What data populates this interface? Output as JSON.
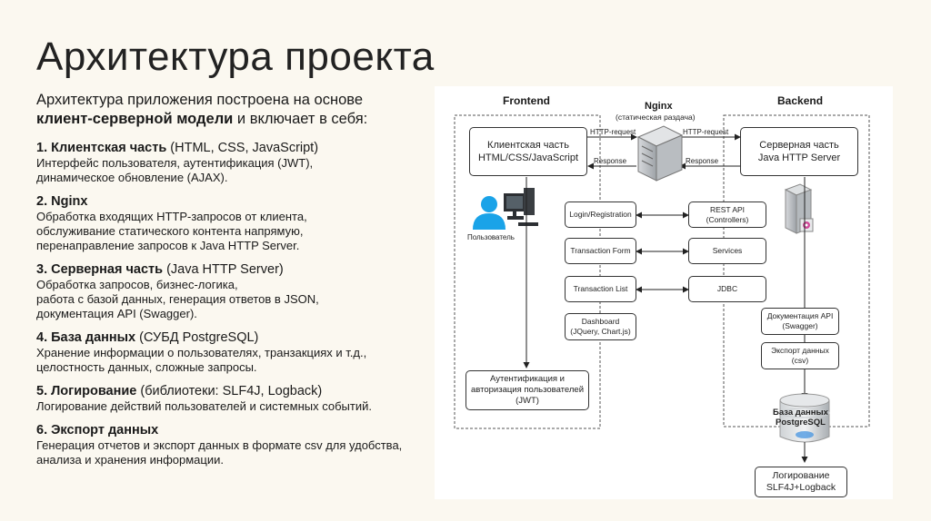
{
  "title": "Архитектура проекта",
  "intro": {
    "line1": "Архитектура приложения построена на основе",
    "bold": "клиент-серверной модели",
    "line2_rest": " и включает в себя:"
  },
  "sections": [
    {
      "bold": "1. Клиентская часть",
      "rest": " (HTML, CSS, JavaScript)",
      "body": "Интерфейс пользователя, аутентификация (JWT),\nдинамическое обновление (AJAX)."
    },
    {
      "bold": "2. Nginx",
      "rest": "",
      "body": "Обработка входящих HTTP-запросов от клиента,\nобслуживание статического контента напрямую,\nперенаправление запросов к Java HTTP Server."
    },
    {
      "bold": "3. Серверная часть",
      "rest": " (Java HTTP Server)",
      "body": "Обработка запросов, бизнес-логика,\nработа с базой данных, генерация ответов в JSON,\nдокументация API (Swagger)."
    },
    {
      "bold": "4. База данных",
      "rest": " (СУБД PostgreSQL)",
      "body": "Хранение информации о пользователях, транзакциях и т.д.,\nцелостность данных, сложные запросы."
    },
    {
      "bold": "5. Логирование",
      "rest": " (библиотеки: SLF4J, Logback)",
      "body": "Логирование действий пользователей и системных событий."
    },
    {
      "bold": "6. Экспорт данных",
      "rest": "",
      "body": "Генерация отчетов и экспорт данных в формате csv для удобства,\nанализа и хранения информации."
    }
  ],
  "diagram": {
    "frontend": "Frontend",
    "backend": "Backend",
    "nginx": "Nginx",
    "nginx_sub": "(статическая раздача)",
    "client_box": "Клиентская часть\nHTML/CSS/JavaScript",
    "server_box": "Серверная часть\nJava HTTP Server",
    "http_request": "HTTP-request",
    "response": "Response",
    "user": "Пользователь",
    "login": "Login/Registration",
    "rest_api": "REST API\n(Controllers)",
    "tx_form": "Transaction Form",
    "services": "Services",
    "tx_list": "Transaction List",
    "jdbc": "JDBC",
    "dashboard": "Dashboard\n(JQuery, Chart.js)",
    "auth": "Аутентификация и\nавторизация пользователей\n(JWT)",
    "api_docs": "Документация API\n(Swagger)",
    "export": "Экспорт данных\n(csv)",
    "db": "База данных\nPostgreSQL",
    "logging": "Логирование\nSLF4J+Logback"
  }
}
